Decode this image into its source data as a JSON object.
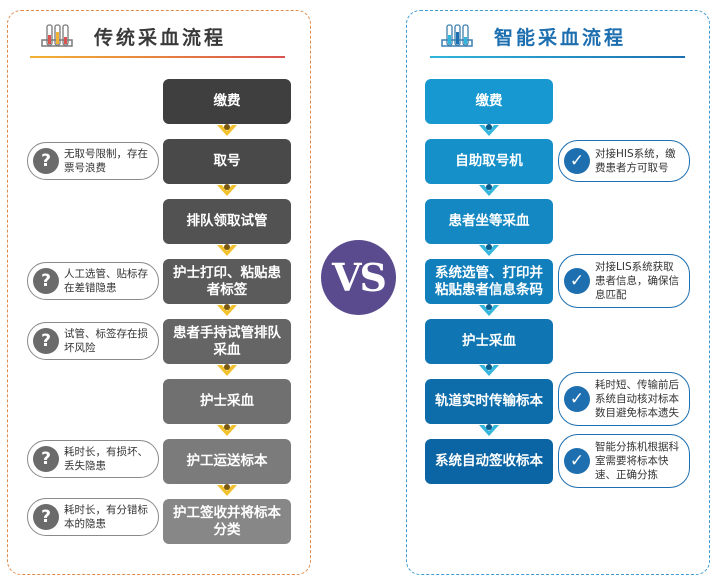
{
  "left": {
    "title": "传统采血流程",
    "steps": [
      "缴费",
      "取号",
      "排队领取试管",
      "护士打印、粘贴患者标签",
      "患者手持试管排队采血",
      "护士采血",
      "护工运送标本",
      "护工签收并将标本分类"
    ],
    "notes": [
      "无取号限制，存在票号浪费",
      "人工选管、贴标存在差错隐患",
      "试管、标签存在损坏风险",
      "耗时长，有损坏、丢失隐患",
      "耗时长，有分错标本的隐患"
    ]
  },
  "right": {
    "title": "智能采血流程",
    "steps": [
      "缴费",
      "自助取号机",
      "患者坐等采血",
      "系统选管、打印并粘贴患者信息条码",
      "护士采血",
      "轨道实时传输标本",
      "系统自动签收标本"
    ],
    "notes": [
      "对接HIS系统，缴费患者方可取号",
      "对接LIS系统获取患者信息，确保信息匹配",
      "耗时短、传输前后系统自动核对标本数目避免标本遗失",
      "智能分拣机根据科室需要将标本快速、正确分拣"
    ]
  },
  "vs": "VS",
  "colors": {
    "left_accent": "#e08a4c",
    "right_accent": "#1d6fb0",
    "arrow_left": "#f2c12e",
    "arrow_right": "#35b6dd"
  }
}
